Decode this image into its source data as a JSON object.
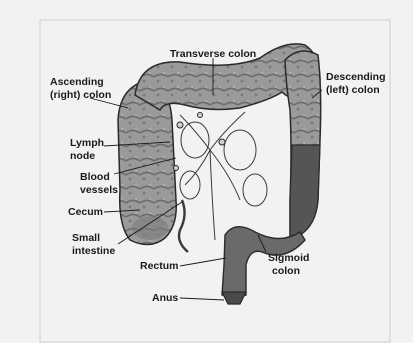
{
  "labels": {
    "transverse_colon": "Transverse colon",
    "ascending_colon_line1": "Ascending",
    "ascending_colon_line2": "(right) colon",
    "descending_colon_line1": "Descending",
    "descending_colon_line2": "(left) colon",
    "lymph_node_line1": "Lymph",
    "lymph_node_line2": "node",
    "blood_vessels_line1": "Blood",
    "blood_vessels_line2": "vessels",
    "cecum": "Cecum",
    "small_intestine_line1": "Small",
    "small_intestine_line2": "intestine",
    "rectum": "Rectum",
    "sigmoid_colon_line1": "Sigmoid",
    "sigmoid_colon_line2": "colon",
    "anus": "Anus"
  },
  "colors": {
    "background": "#f2f2f0",
    "frame": "#cfcfcf",
    "colon_fill": "#9a9a9a",
    "colon_dark": "#555555",
    "outline": "#2a2a2a",
    "label_text": "#1a1a1a"
  }
}
